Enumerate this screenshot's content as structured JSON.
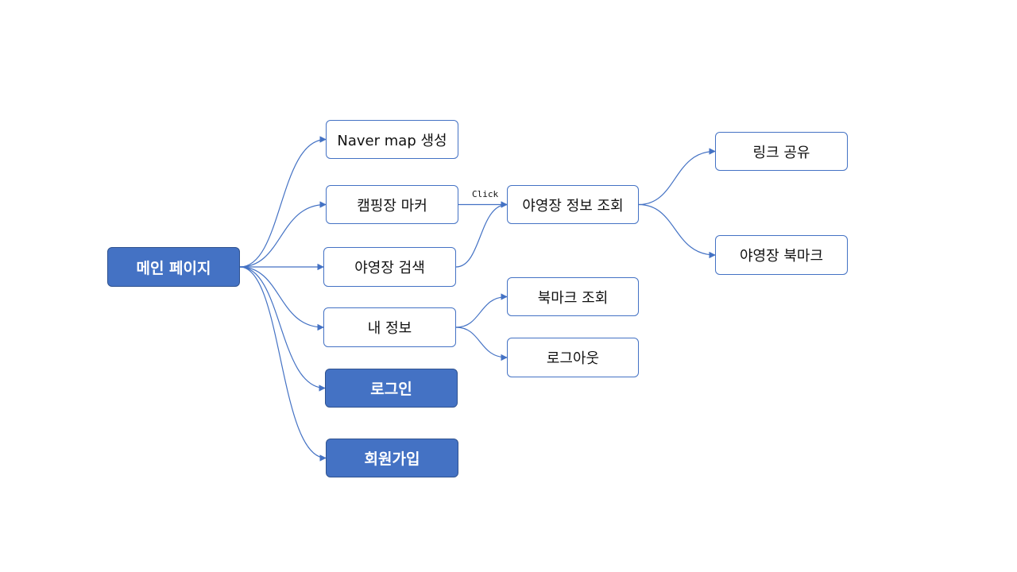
{
  "diagram": {
    "edge_color": "#4472C4",
    "nodes": {
      "main": {
        "label": "메인 페이지",
        "filled": true
      },
      "naver_map": {
        "label": "Naver map 생성",
        "filled": false
      },
      "camping_marker": {
        "label": "캠핑장 마커",
        "filled": false
      },
      "campsite_search": {
        "label": "야영장 검색",
        "filled": false
      },
      "my_info": {
        "label": "내 정보",
        "filled": false
      },
      "login": {
        "label": "로그인",
        "filled": true
      },
      "signup": {
        "label": "회원가입",
        "filled": true
      },
      "campsite_info": {
        "label": "야영장 정보 조회",
        "filled": false
      },
      "bookmark_view": {
        "label": "북마크 조회",
        "filled": false
      },
      "logout": {
        "label": "로그아웃",
        "filled": false
      },
      "link_share": {
        "label": "링크 공유",
        "filled": false
      },
      "campsite_bookmark": {
        "label": "야영장 북마크",
        "filled": false
      }
    },
    "edges": [
      {
        "from": "main",
        "to": "naver_map"
      },
      {
        "from": "main",
        "to": "camping_marker"
      },
      {
        "from": "main",
        "to": "campsite_search"
      },
      {
        "from": "main",
        "to": "my_info"
      },
      {
        "from": "main",
        "to": "login"
      },
      {
        "from": "main",
        "to": "signup"
      },
      {
        "from": "camping_marker",
        "to": "campsite_info",
        "label": "Click"
      },
      {
        "from": "campsite_search",
        "to": "campsite_info"
      },
      {
        "from": "my_info",
        "to": "bookmark_view"
      },
      {
        "from": "my_info",
        "to": "logout"
      },
      {
        "from": "campsite_info",
        "to": "link_share"
      },
      {
        "from": "campsite_info",
        "to": "campsite_bookmark"
      }
    ]
  }
}
